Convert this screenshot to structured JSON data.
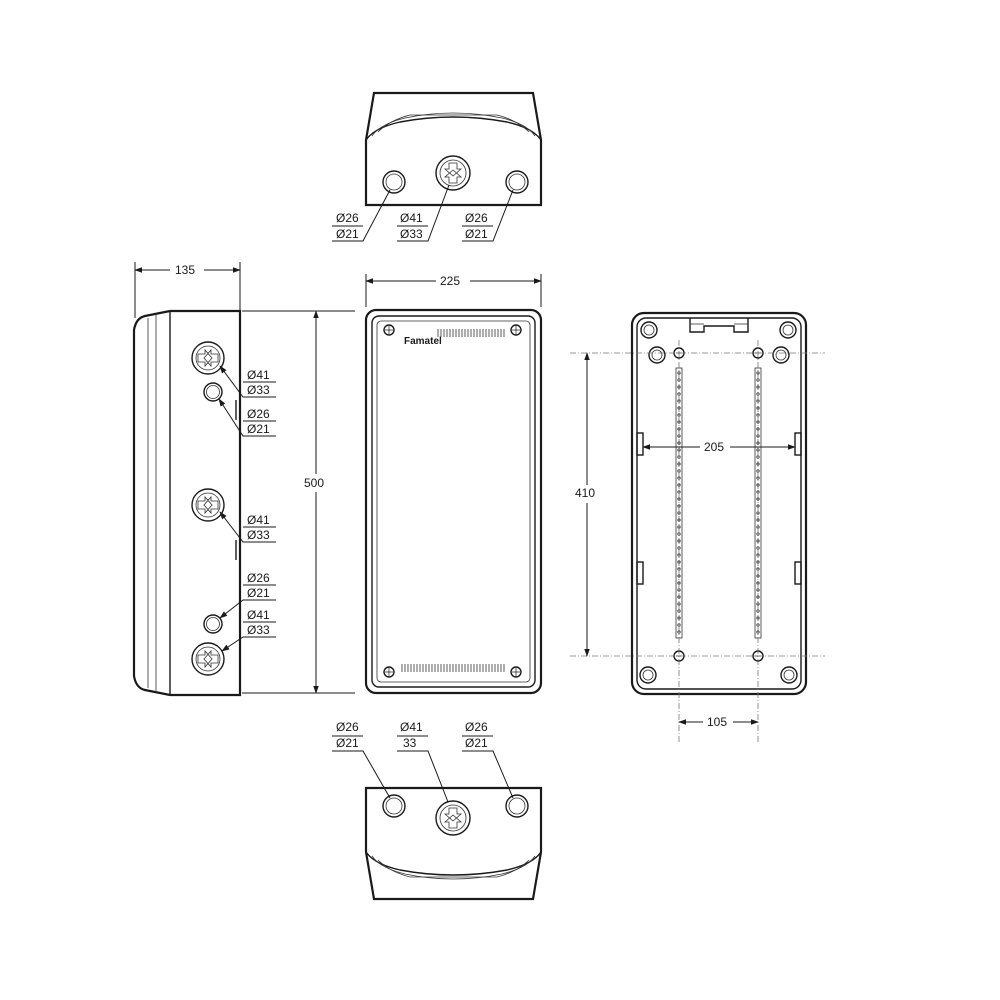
{
  "dimensions": {
    "depth": "135",
    "width": "225",
    "height": "500",
    "mount_height": "410",
    "mount_width": "205",
    "rail_spacing": "105"
  },
  "brand": "Famatel",
  "holes": {
    "small_outer": "Ø26",
    "small_inner": "Ø21",
    "large_outer": "Ø41",
    "large_inner": "Ø33",
    "bottom_large_inner": "33"
  },
  "views": [
    "top-view",
    "side-view",
    "front-view",
    "back-view",
    "bottom-view"
  ]
}
